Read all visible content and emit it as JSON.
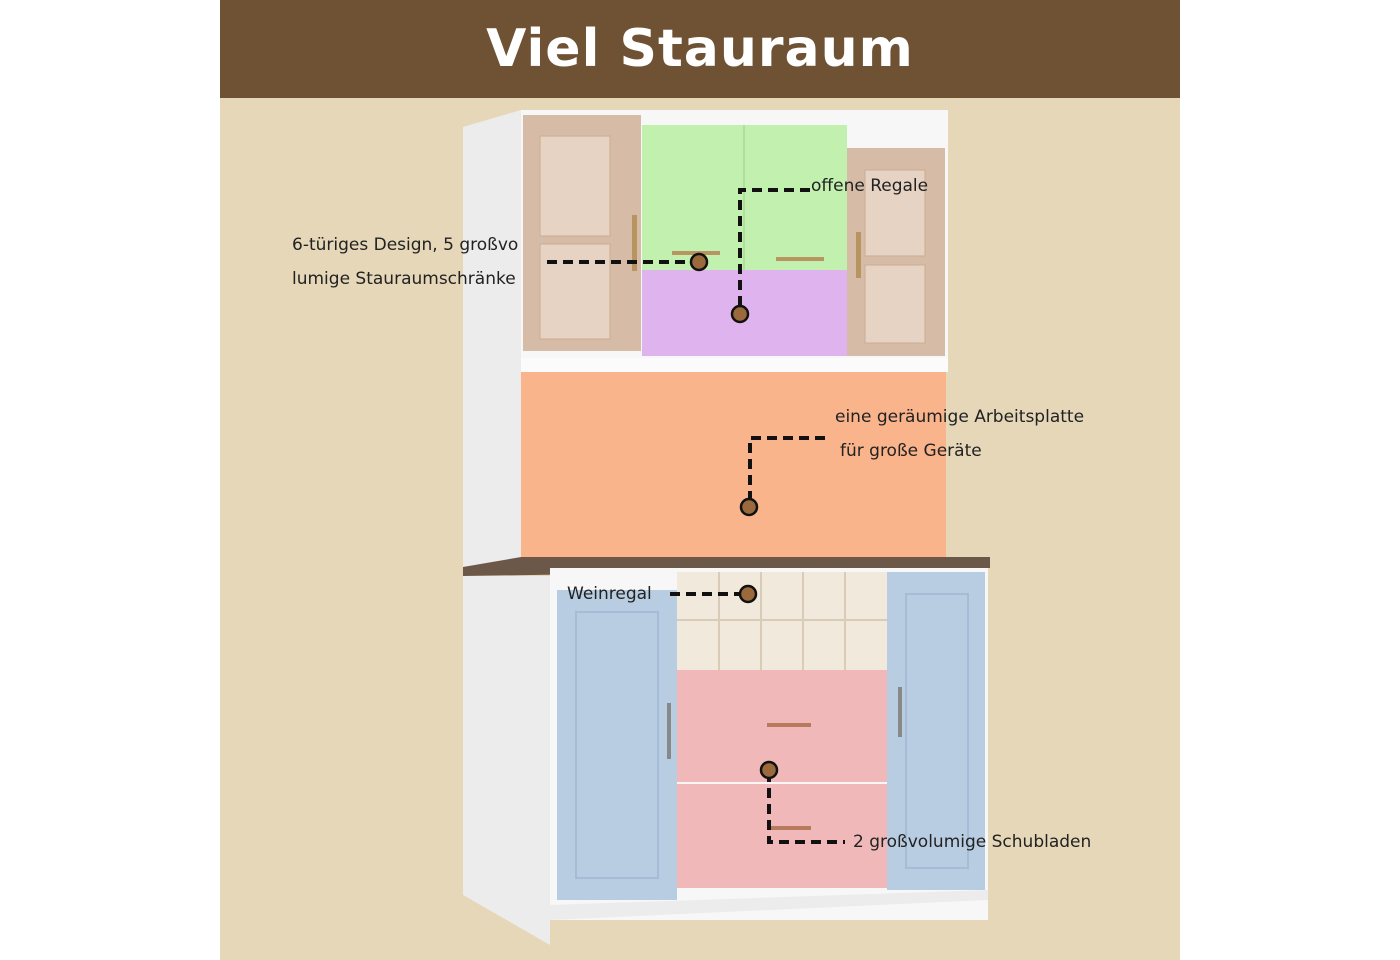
{
  "banner": {
    "title": "Viel Stauraum"
  },
  "callouts": {
    "open_shelves": "offene Regale",
    "six_door": [
      "6-türiges Design, 5 großvo",
      "lumige Stauraumschränke"
    ],
    "countertop": [
      "eine geräumige Arbeitsplatte",
      "für große Geräte"
    ],
    "wine_rack": "Weinregal",
    "drawers": "2 großvolumige Schubladen"
  },
  "colors": {
    "banner": "#6e5233",
    "background": "#e6d7b9",
    "cabinet_white": "#f7f7f7",
    "upper_glass_doors": "#d6bca6",
    "upper_center_doors": "#c2f0ae",
    "open_shelf_niche": "#deb3ee",
    "backsplash": "#f9b48c",
    "countertop": "#6b5849",
    "wine_rack": "#f1e9dc",
    "drawers": "#f0b8b8",
    "lower_doors": "#b9cde2",
    "marker": "#9b6a3c"
  }
}
